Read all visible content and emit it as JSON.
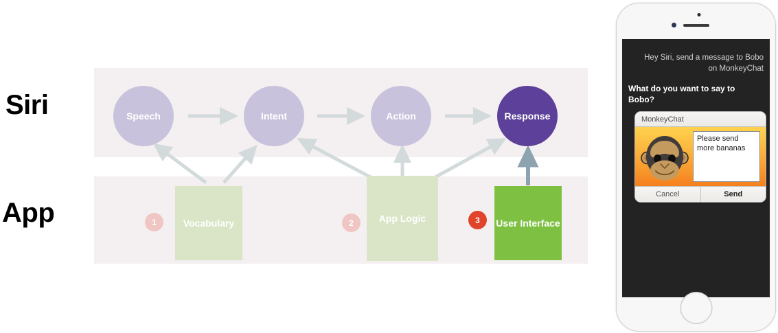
{
  "diagram": {
    "rows": [
      {
        "id": "siri",
        "label": "Siri"
      },
      {
        "id": "app",
        "label": "App"
      }
    ],
    "siri_nodes": [
      {
        "label": "Speech",
        "shape": "circle",
        "state": "muted"
      },
      {
        "label": "Intent",
        "shape": "circle",
        "state": "muted"
      },
      {
        "label": "Action",
        "shape": "circle",
        "state": "muted"
      },
      {
        "label": "Response",
        "shape": "circle",
        "state": "strong"
      }
    ],
    "app_nodes": [
      {
        "label": "Vocabulary",
        "shape": "box",
        "state": "muted",
        "badge": "1"
      },
      {
        "label": "App Logic",
        "shape": "box",
        "state": "muted",
        "badge": "2"
      },
      {
        "label": "User Interface",
        "shape": "box",
        "state": "strong",
        "badge": "3"
      }
    ],
    "badges": [
      {
        "number": "1",
        "state": "muted"
      },
      {
        "number": "2",
        "state": "muted"
      },
      {
        "number": "3",
        "state": "strong"
      }
    ],
    "colors": {
      "band": "#f4eff0",
      "circle_muted": "#c9c2dd",
      "circle_strong": "#5c4099",
      "box_muted": "#d9e5c6",
      "box_strong": "#7ec142",
      "badge_muted": "#efc6c3",
      "badge_strong": "#e0442a",
      "arrow_muted": "#d3dadb",
      "arrow_strong": "#8ea3b0"
    }
  },
  "phone": {
    "siri": {
      "user_query": "Hey Siri, send a message to Bobo on MonkeyChat",
      "assistant_reply": "What do you want to say to Bobo?"
    },
    "dialog": {
      "title": "MonkeyChat",
      "message_text": "Please send more bananas",
      "cancel_label": "Cancel",
      "send_label": "Send"
    }
  }
}
